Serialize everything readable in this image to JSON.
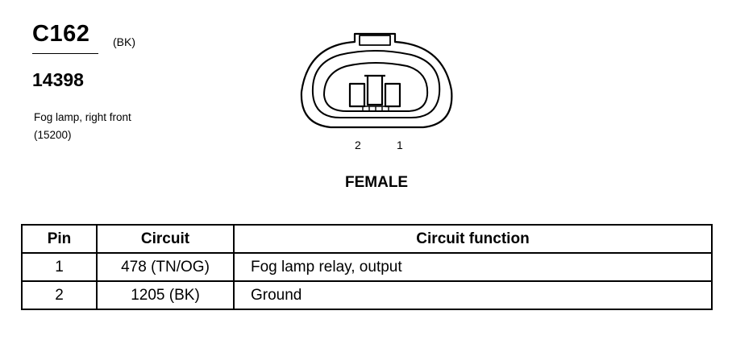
{
  "connector": {
    "id": "C162",
    "color": "(BK)",
    "part_number": "14398",
    "description_line1": "Fog lamp, right front",
    "description_line2": "(15200)"
  },
  "diagram": {
    "pin_labels": [
      "2",
      "1"
    ],
    "gender": "FEMALE"
  },
  "table": {
    "headers": {
      "pin": "Pin",
      "circuit": "Circuit",
      "function": "Circuit function"
    },
    "rows": [
      {
        "pin": "1",
        "circuit": "478 (TN/OG)",
        "function": "Fog lamp relay, output"
      },
      {
        "pin": "2",
        "circuit": "1205 (BK)",
        "function": "Ground"
      }
    ]
  }
}
